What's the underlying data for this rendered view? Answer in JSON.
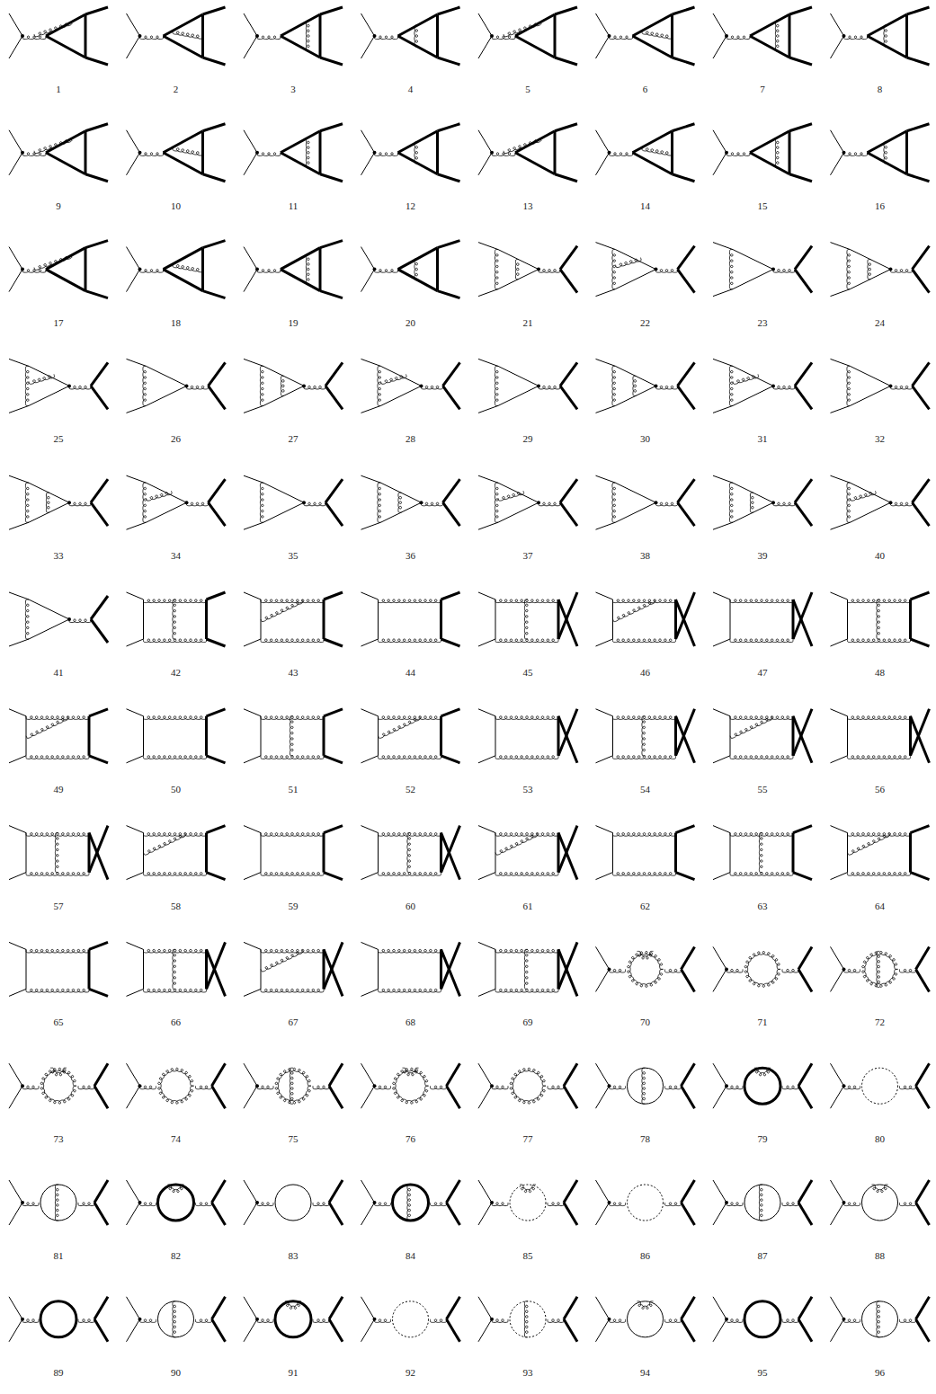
{
  "diagram": {
    "labels": [
      "1",
      "2",
      "3",
      "4",
      "5",
      "6",
      "7",
      "8",
      "9",
      "10",
      "11",
      "12",
      "13",
      "14",
      "15",
      "16",
      "17",
      "18",
      "19",
      "20",
      "21",
      "22",
      "23",
      "24",
      "25",
      "26",
      "27",
      "28",
      "29",
      "30",
      "31",
      "32",
      "33",
      "34",
      "35",
      "36",
      "37",
      "38",
      "39",
      "40",
      "41",
      "42",
      "43",
      "44",
      "45",
      "46",
      "47",
      "48",
      "49",
      "50",
      "51",
      "52",
      "53",
      "54",
      "55",
      "56",
      "57",
      "58",
      "59",
      "60",
      "61",
      "62",
      "63",
      "64",
      "65",
      "66",
      "67",
      "68",
      "69",
      "70",
      "71",
      "72",
      "73",
      "74",
      "75",
      "76",
      "77",
      "78",
      "79",
      "80",
      "81",
      "82",
      "83",
      "84",
      "85",
      "86",
      "87",
      "88",
      "89",
      "90",
      "91",
      "92",
      "93",
      "94",
      "95",
      "96"
    ]
  }
}
